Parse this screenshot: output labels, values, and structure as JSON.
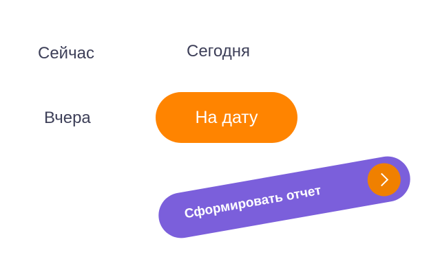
{
  "options": {
    "now": "Сейчас",
    "today": "Сегодня",
    "yesterday": "Вчера",
    "on_date": "На дату"
  },
  "report_button": {
    "label": "Сформировать отчет",
    "icon": "chevron-right-icon"
  },
  "colors": {
    "accent_orange": "#ff8400",
    "purple": "#7b5fdb",
    "text": "#3d3f58"
  }
}
